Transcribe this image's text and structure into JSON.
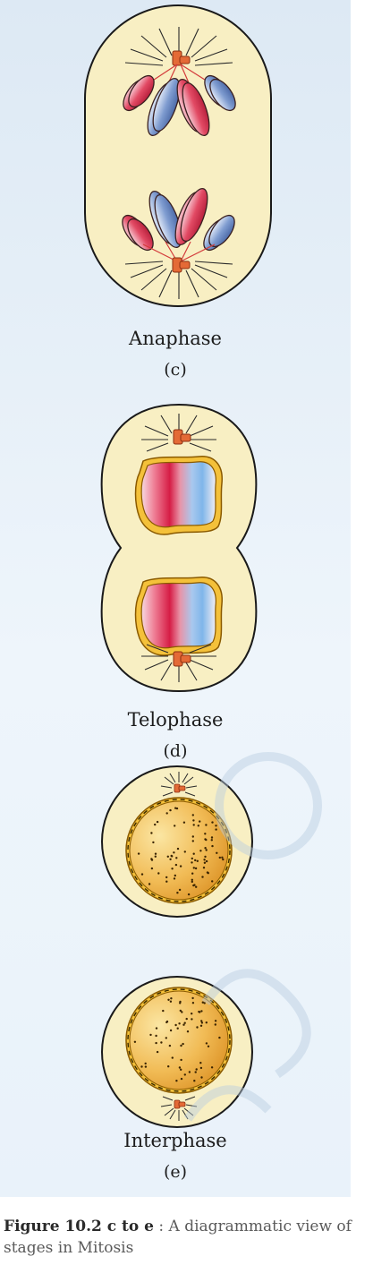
{
  "diagram": {
    "stages": [
      {
        "name": "Anaphase",
        "letter": "(c)"
      },
      {
        "name": "Telophase",
        "letter": "(d)"
      },
      {
        "name": "Interphase",
        "letter": "(e)"
      }
    ]
  },
  "caption": {
    "figure_label": "Figure 10.2 c to e",
    "text": " : A diagrammatic view of stages in Mitosis"
  },
  "colors": {
    "cytoplasm": "#f8efc3",
    "chromosome_red": "#e24a64",
    "chromosome_blue": "#7f9cd0",
    "centriole": "#e46a36",
    "nucleus": "#efb24c"
  }
}
